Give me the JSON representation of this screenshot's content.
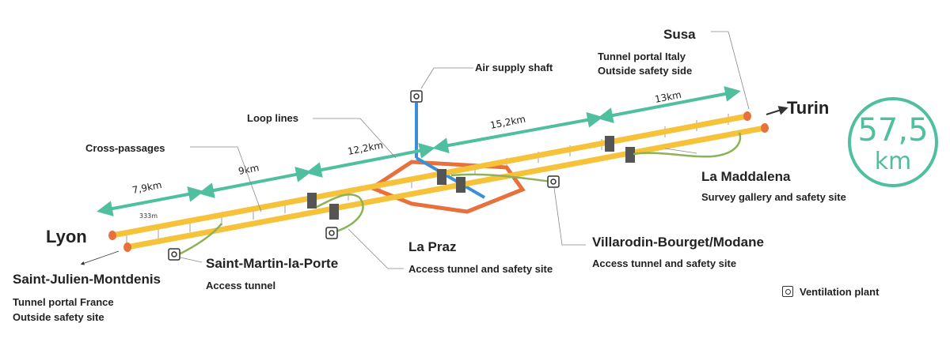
{
  "ends": {
    "west": "Lyon",
    "east": "Turin"
  },
  "length_badge": {
    "value": "57,5",
    "unit": "km",
    "color": "#4fbf9f"
  },
  "labels": {
    "susa": "Susa",
    "portal_italy_1": "Tunnel portal Italy",
    "portal_italy_2": "Outside safety side",
    "air_supply": "Air supply shaft",
    "loop_lines": "Loop lines",
    "cross_passages": "Cross-passages",
    "maddalena_title": "La Maddalena",
    "maddalena_sub": "Survey gallery and safety site",
    "villarodin_title": "Villarodin-Bourget/Modane",
    "villarodin_sub": "Access tunnel and safety site",
    "lapraz_title": "La Praz",
    "lapraz_sub": "Access tunnel and safety site",
    "stmartin_title": "Saint-Martin-la-Porte",
    "stmartin_sub": "Access tunnel",
    "stjulien_title": "Saint-Julien-Montdenis",
    "portal_france_1": "Tunnel portal France",
    "portal_france_2": "Outside safety site",
    "spacing": "333m"
  },
  "distances": [
    "7,9km",
    "9km",
    "12,2km",
    "15,2km",
    "13km"
  ],
  "legend": {
    "icon": "ventilation-plant-icon",
    "label": "Ventilation plant"
  },
  "colors": {
    "tube": "#f5c23a",
    "rung": "#d9d9d9",
    "dimension": "#4fbf9f",
    "loop": "#e8703a",
    "shaft": "#3a8fd6",
    "access": "#8bb356"
  }
}
